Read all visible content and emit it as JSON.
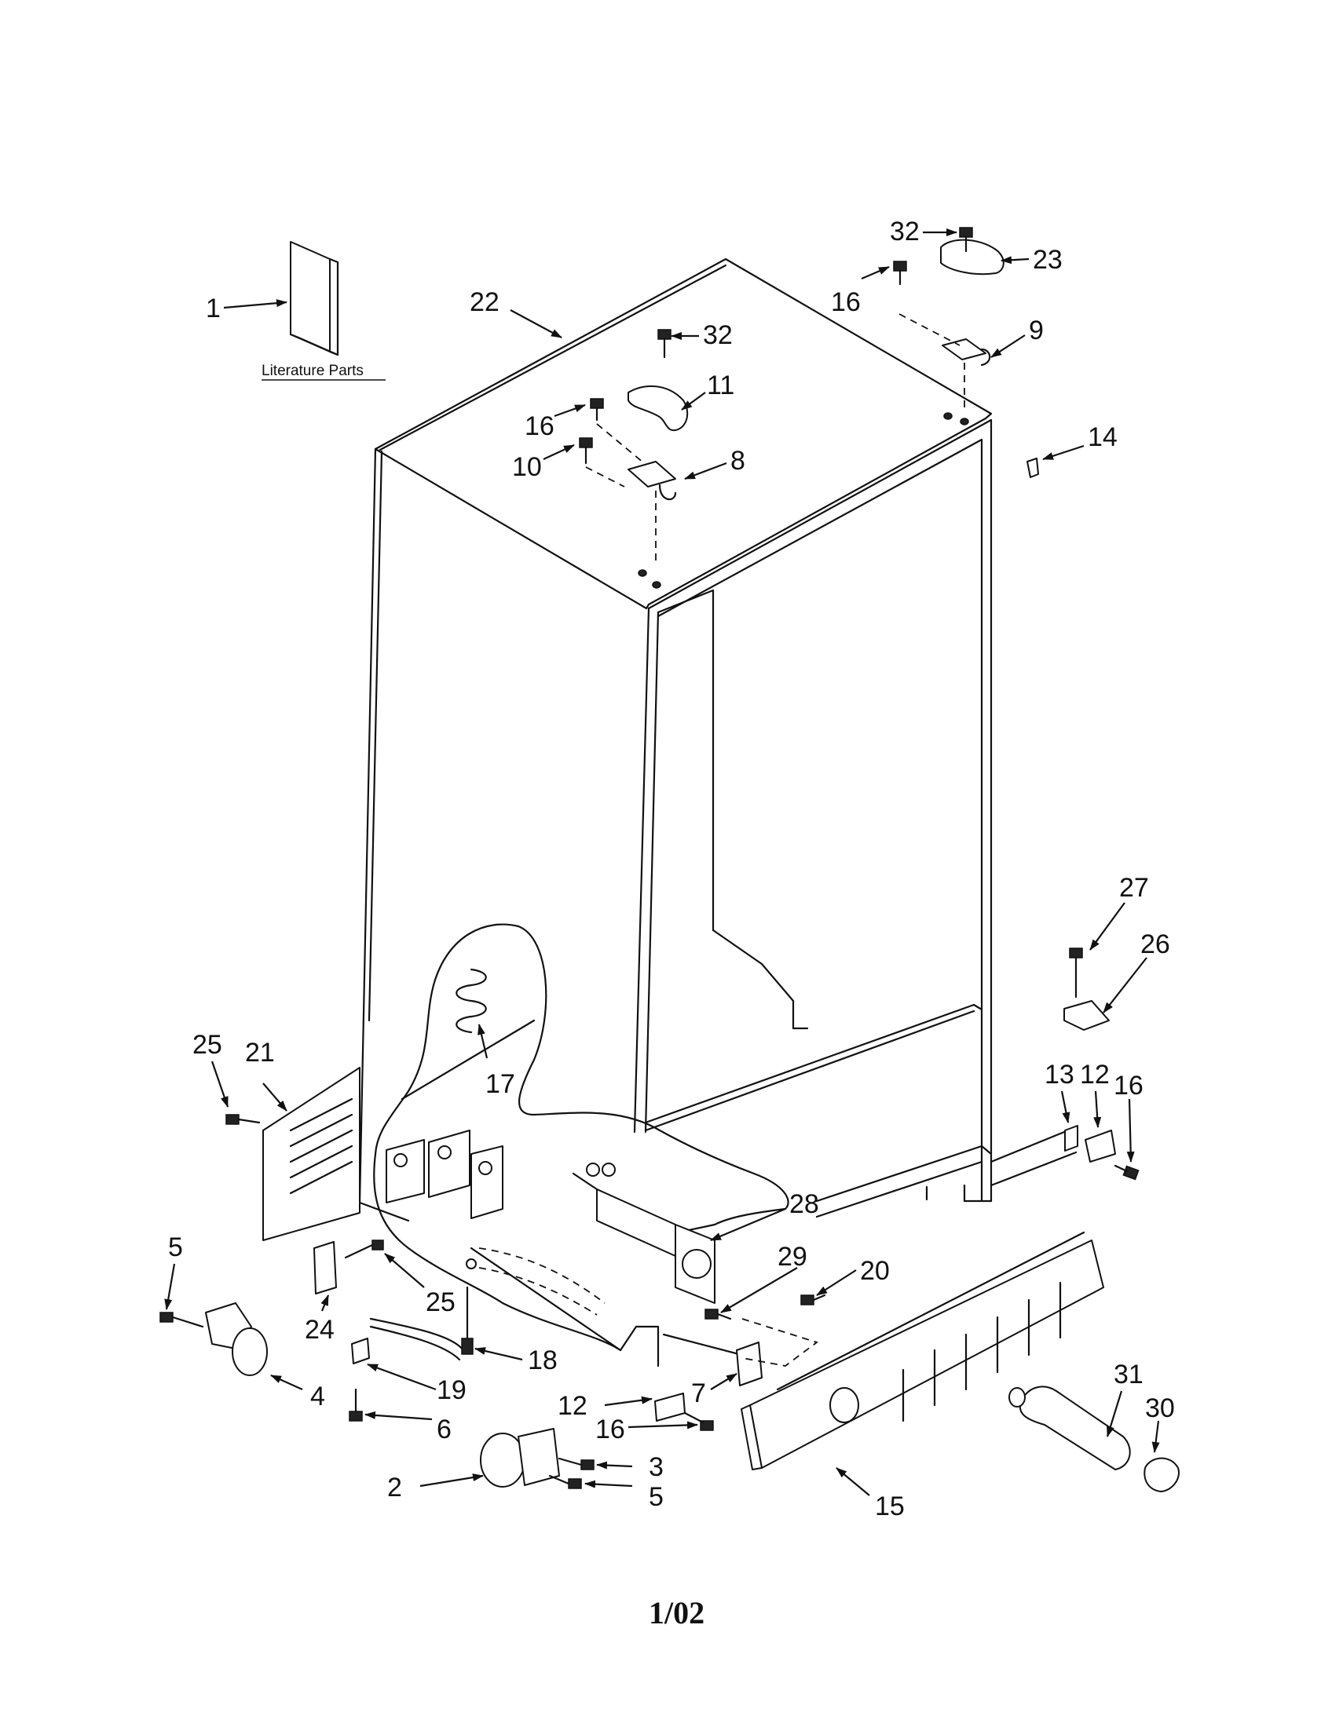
{
  "literature_label": "Literature Parts",
  "footer_code": "1/02",
  "callouts": {
    "c1": "1",
    "c22": "22",
    "c32a": "32",
    "c32b": "32",
    "c23": "23",
    "c16a": "16",
    "c16b": "16",
    "c9": "9",
    "c11": "11",
    "c10": "10",
    "c8": "8",
    "c14": "14",
    "c27": "27",
    "c26": "26",
    "c13": "13",
    "c12a": "12",
    "c16c": "16",
    "c25a": "25",
    "c21": "21",
    "c17": "17",
    "c28": "28",
    "c29": "29",
    "c20": "20",
    "c5a": "5",
    "c25b": "25",
    "c24": "24",
    "c18": "18",
    "c4": "4",
    "c19": "19",
    "c12b": "12",
    "c7": "7",
    "c6": "6",
    "c16d": "16",
    "c31": "31",
    "c30": "30",
    "c3": "3",
    "c2": "2",
    "c5b": "5",
    "c15": "15"
  }
}
